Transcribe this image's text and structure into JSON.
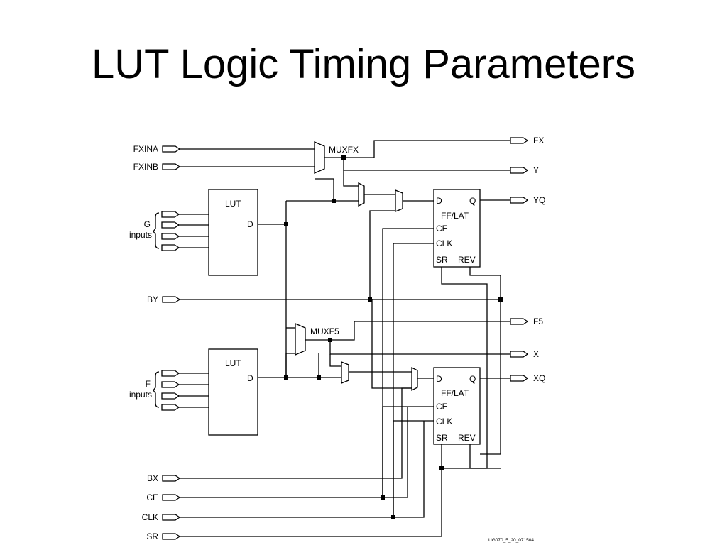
{
  "slide": {
    "title": "LUT Logic Timing Parameters"
  },
  "diagram": {
    "inputs": {
      "fxina": "FXINA",
      "fxinb": "FXINB",
      "g_inputs_1": "G",
      "g_inputs_2": "inputs",
      "by": "BY",
      "f_inputs_1": "F",
      "f_inputs_2": "inputs",
      "bx": "BX",
      "ce": "CE",
      "clk": "CLK",
      "sr": "SR"
    },
    "outputs": {
      "fx": "FX",
      "y": "Y",
      "yq": "YQ",
      "f5": "F5",
      "x": "X",
      "xq": "XQ"
    },
    "blocks": {
      "lut_top": {
        "label": "LUT",
        "pin_d": "D"
      },
      "lut_bottom": {
        "label": "LUT",
        "pin_d": "D"
      },
      "muxfx": "MUXFX",
      "muxf5": "MUXF5",
      "ff_top": {
        "label": "FF/LAT",
        "d": "D",
        "q": "Q",
        "ce": "CE",
        "clk": "CLK",
        "sr": "SR",
        "rev": "REV"
      },
      "ff_bottom": {
        "label": "FF/LAT",
        "d": "D",
        "q": "Q",
        "ce": "CE",
        "clk": "CLK",
        "sr": "SR",
        "rev": "REV"
      }
    },
    "footnote": "UG070_5_20_071504"
  }
}
